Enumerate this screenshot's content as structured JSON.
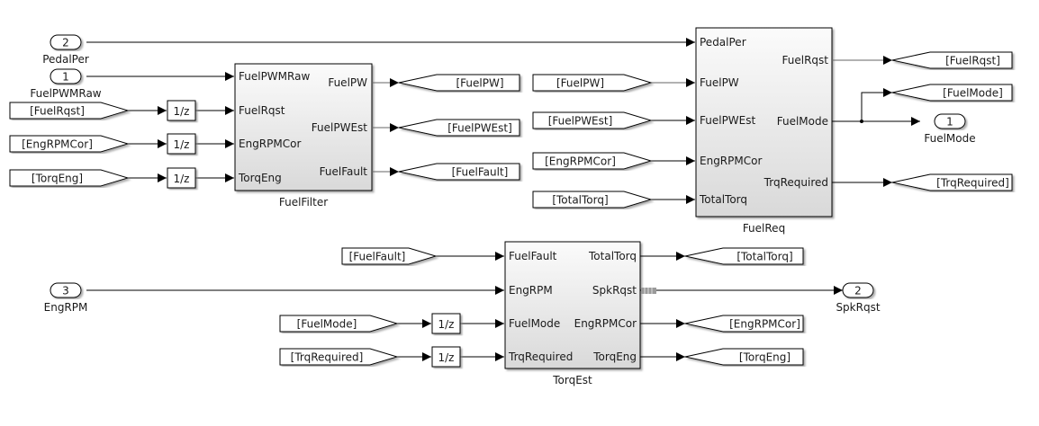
{
  "diagram": {
    "subsystems": [
      {
        "id": "FuelFilter",
        "label": "FuelFilter",
        "inputs": [
          "FuelPWMRaw",
          "FuelRqst",
          "EngRPMCor",
          "TorqEng"
        ],
        "outputs": [
          "FuelPW",
          "FuelPWEst",
          "FuelFault"
        ]
      },
      {
        "id": "FuelReq",
        "label": "FuelReq",
        "inputs": [
          "PedalPer",
          "FuelPW",
          "FuelPWEst",
          "EngRPMCor",
          "TotalTorq"
        ],
        "outputs": [
          "FuelRqst",
          "FuelMode",
          "TrqRequired"
        ]
      },
      {
        "id": "TorqEst",
        "label": "TorqEst",
        "inputs": [
          "FuelFault",
          "EngRPM",
          "FuelMode",
          "TrqRequired"
        ],
        "outputs": [
          "TotalTorq",
          "SpkRqst",
          "EngRPMCor",
          "TorqEng"
        ]
      }
    ],
    "inports": [
      {
        "number": "2",
        "name": "PedalPer"
      },
      {
        "number": "1",
        "name": "FuelPWMRaw"
      },
      {
        "number": "3",
        "name": "EngRPM"
      }
    ],
    "outports": [
      {
        "number": "1",
        "name": "FuelMode"
      },
      {
        "number": "2",
        "name": "SpkRqst"
      }
    ],
    "from_tags": [
      "[FuelRqst]",
      "[EngRPMCor]",
      "[TorqEng]",
      "[FuelPW]",
      "[FuelPWEst]",
      "[EngRPMCor]",
      "[TotalTorq]",
      "[FuelFault]",
      "[FuelMode]",
      "[TrqRequired]"
    ],
    "goto_tags": [
      "[FuelPW]",
      "[FuelPWEst]",
      "[FuelFault]",
      "[FuelRqst]",
      "[FuelMode]",
      "[TrqRequired]",
      "[TotalTorq]",
      "[EngRPMCor]",
      "[TorqEng]"
    ],
    "unit_delay_label": "1/z"
  }
}
